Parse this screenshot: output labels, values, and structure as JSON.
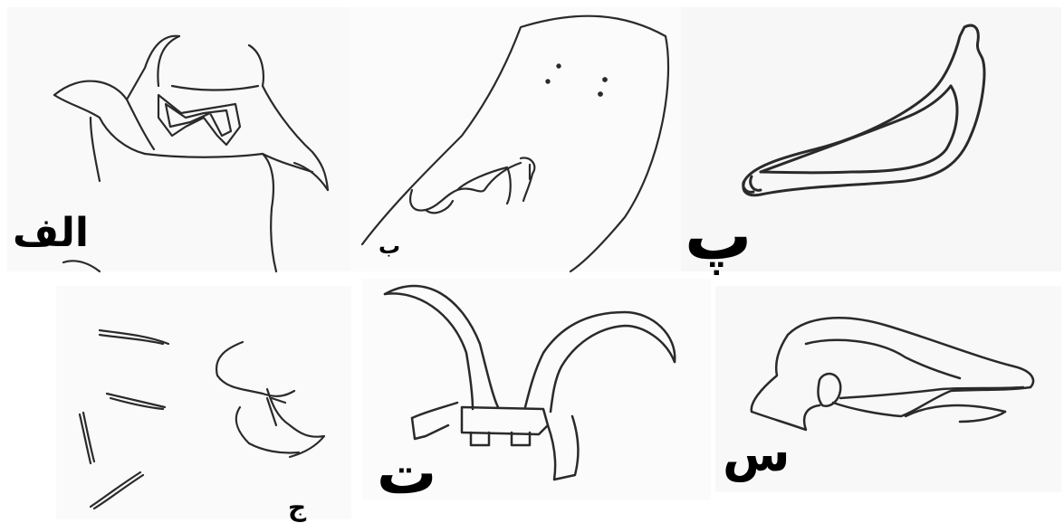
{
  "panels": [
    {
      "id": "a",
      "label": "الف"
    },
    {
      "id": "b",
      "label": "ب"
    },
    {
      "id": "p",
      "label": "پ"
    },
    {
      "id": "j",
      "label": "ج"
    },
    {
      "id": "t",
      "label": "ت"
    },
    {
      "id": "s",
      "label": "س"
    }
  ],
  "colors": {
    "paper": "#fafafa",
    "ink": "#2a2a2a",
    "background": "#ffffff"
  }
}
